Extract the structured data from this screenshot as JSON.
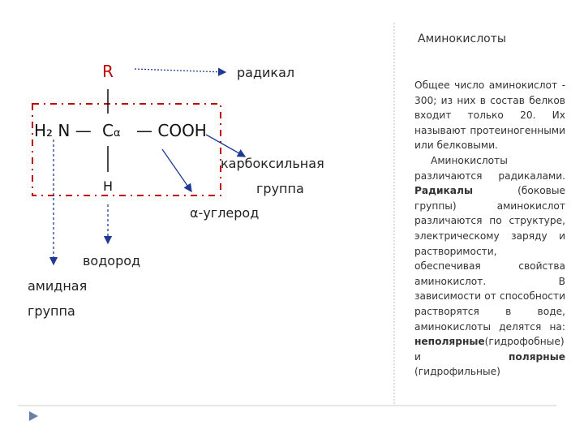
{
  "slide_title": "Аминокислоты",
  "diagram": {
    "radical_symbol": "R",
    "radical_label": "радикал",
    "amino_group": "H₂ N —",
    "alpha_carbon": "C",
    "alpha_subscript": "α",
    "carboxyl": "— COOH",
    "hydrogen": "H",
    "carboxyl_label_1": "карбоксильная",
    "carboxyl_label_2": "группа",
    "alpha_carbon_label": "α-углерод",
    "hydrogen_label": "водород",
    "amide_label_1": "амидная",
    "amide_label_2": "группа"
  },
  "sidebar": {
    "p1": "Общее число аминокислот - 300; из них в состав белков входит только 20. Их называют протеиногенными или белковыми.",
    "p2_a": "Аминокислоты различаются радикалами.",
    "p2_b": "Радикалы",
    "p2_c": "(боковые группы) аминокислот различаются по структуре, электрическому заряду и растворимости, обеспечивая свойства аминокислот. В зависимости от способности растворятся в воде, аминокислоты делятся на:",
    "p2_d": "неполярные",
    "p2_e": "(гидрофобные) и",
    "p2_f": "полярные",
    "p2_g": "(гидрофильные)"
  },
  "colors": {
    "accent_red": "#c00000",
    "arrow_blue": "#1f3a93",
    "divider": "#bbbbbb"
  },
  "nav": {
    "icon": "triangle-right-icon"
  }
}
